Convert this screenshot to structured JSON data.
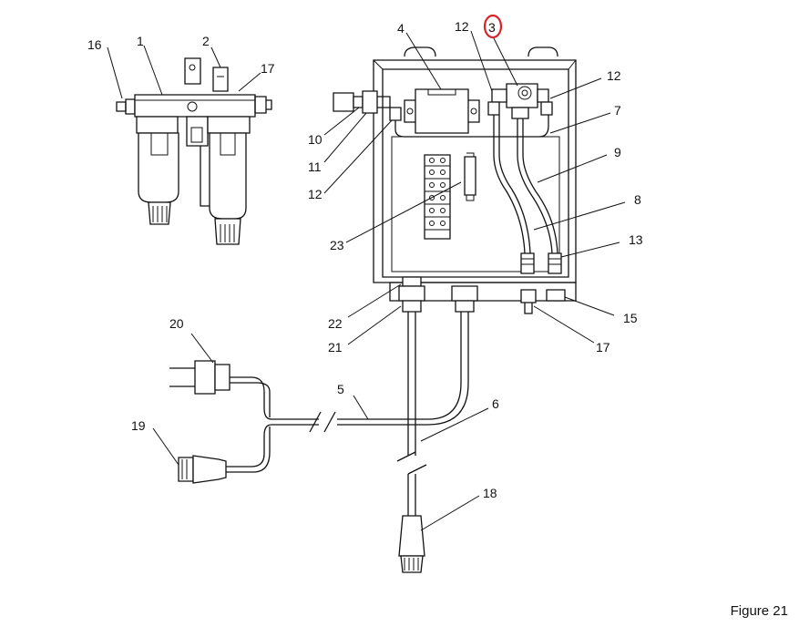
{
  "figure_label": "Figure 21",
  "highlight_color": "#d8232a",
  "callouts": {
    "c1": "1",
    "c2": "2",
    "c3": "3",
    "c4": "4",
    "c5": "5",
    "c6": "6",
    "c7": "7",
    "c8": "8",
    "c9": "9",
    "c10": "10",
    "c11": "11",
    "c12a": "12",
    "c12b": "12",
    "c12c": "12",
    "c13": "13",
    "c15": "15",
    "c16": "16",
    "c17a": "17",
    "c17b": "17",
    "c18": "18",
    "c19": "19",
    "c20": "20",
    "c21": "21",
    "c22": "22",
    "c23": "23"
  }
}
